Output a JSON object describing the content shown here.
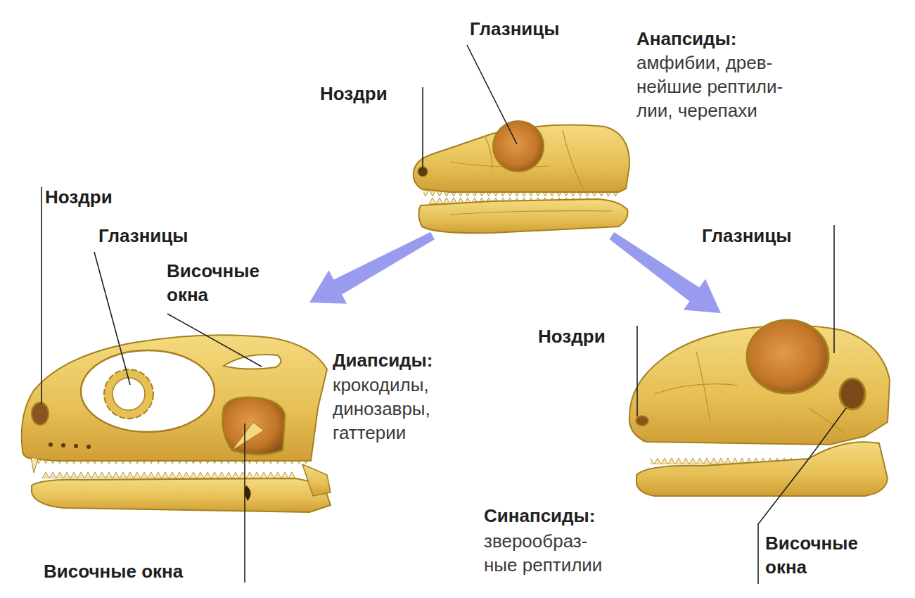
{
  "diagram": {
    "nodes": [
      {
        "text": [
          "Анапсиды:",
          "амфибии, древ- нейшие рептили- лии, черепахи"
        ]
      },
      {
        "text": [
          "Диапсиды:",
          "крокодилы, динозавры, гаттерии"
        ]
      },
      {
        "text": [
          "Синапсиды:",
          "зверообраз- ные рептилии"
        ]
      }
    ],
    "edges": [
      {
        "from": 0,
        "to": 1,
        "arrow": "to"
      },
      {
        "from": 0,
        "to": 2,
        "arrow": "to"
      }
    ],
    "labels": [
      "Глазницы",
      "Ноздри",
      "Ноздри",
      "Глазницы",
      "Височные окна",
      "Глазницы",
      "Ноздри",
      "Височные окна",
      "Височные окна"
    ]
  }
}
